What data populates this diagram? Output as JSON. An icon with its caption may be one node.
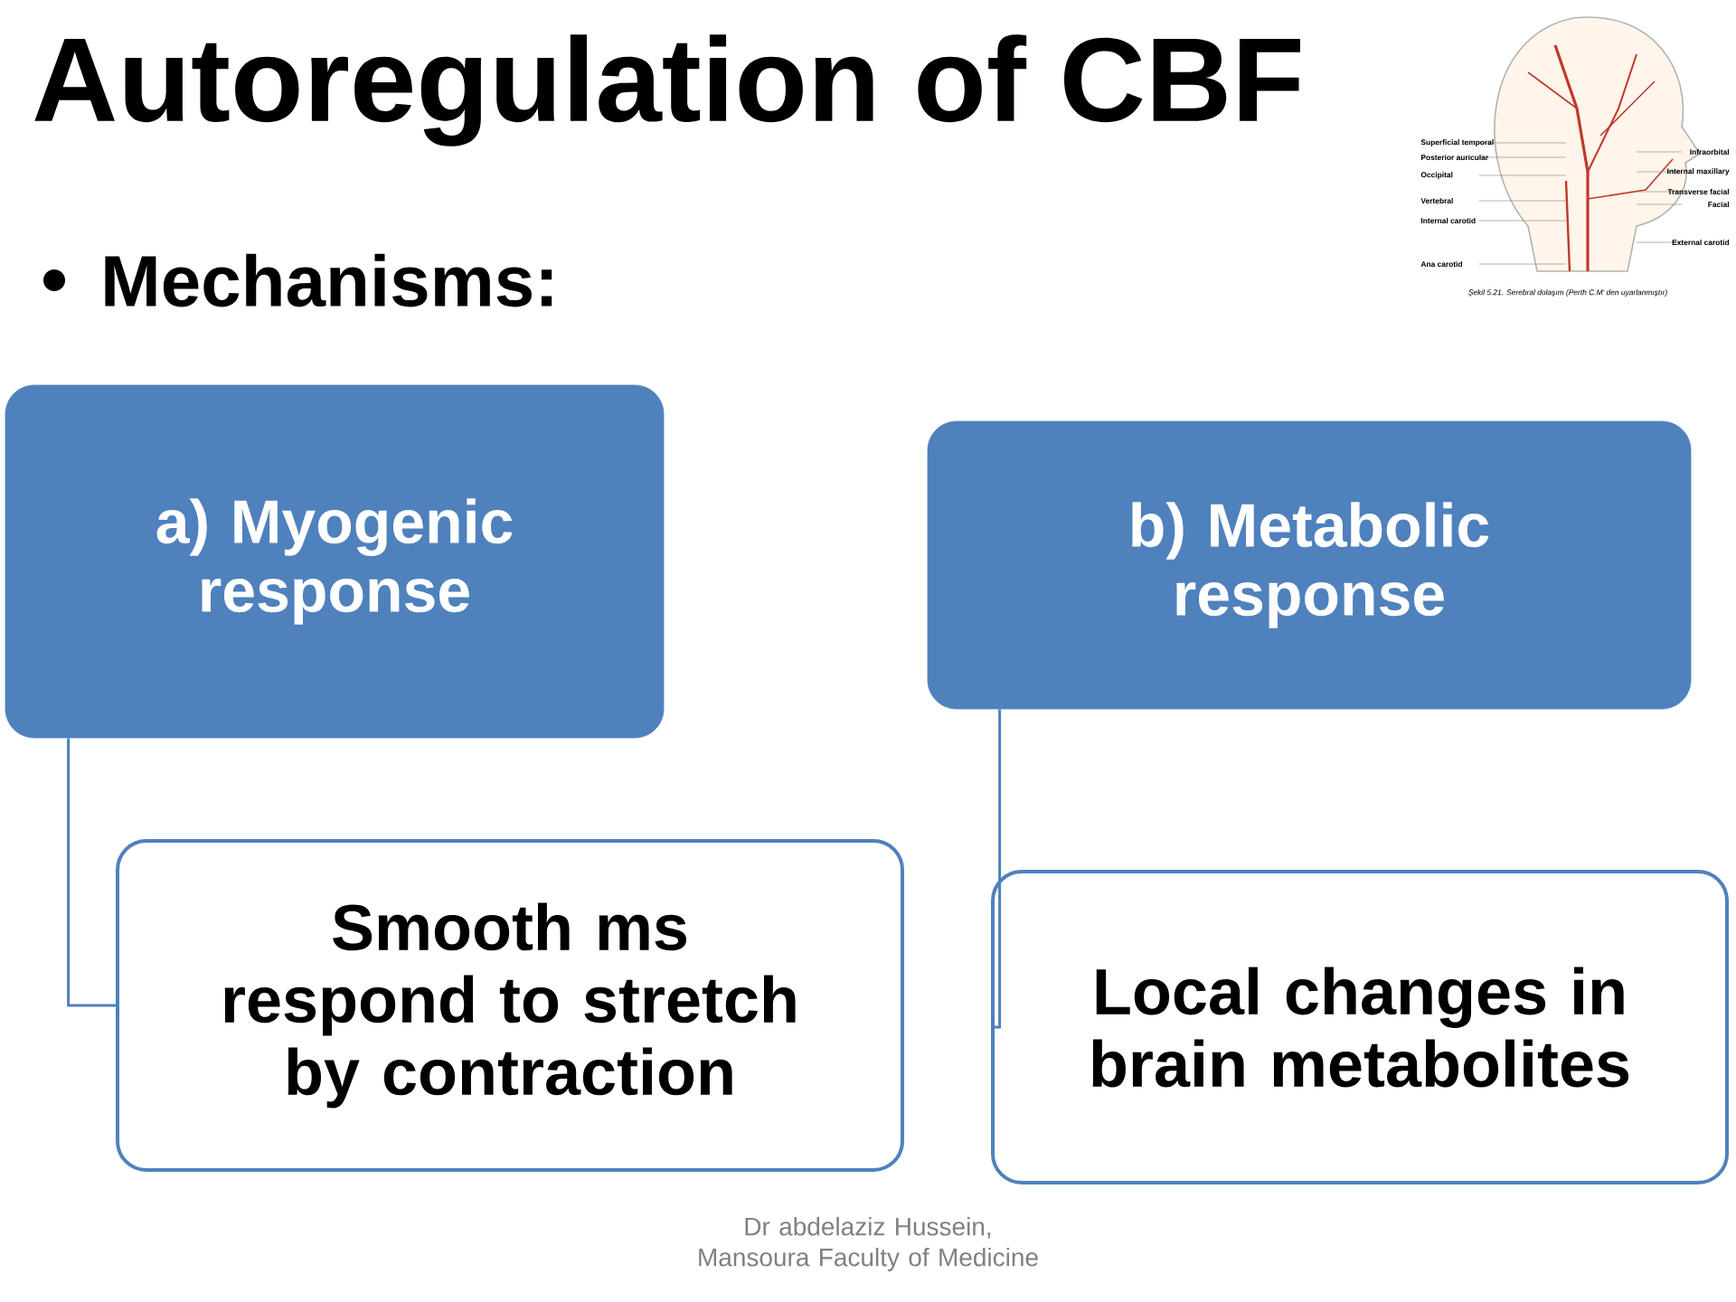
{
  "diagram": {
    "title": "Autoregulation of CBF",
    "nodes": [
      {
        "text": [
          "a) Myogenic response"
        ]
      },
      {
        "text": [
          "Smooth ms respond to stretch by contraction"
        ]
      },
      {
        "text": [
          "b) Metabolic response"
        ]
      },
      {
        "text": [
          "Local changes in brain metabolites"
        ]
      }
    ],
    "edges": [
      {
        "from": 0,
        "to": 1,
        "arrow": "none"
      },
      {
        "from": 2,
        "to": 3,
        "arrow": "none"
      }
    ],
    "labels": [
      "Mechanisms:",
      "Superficial temporal",
      "Posterior auricular",
      "Occipital",
      "Vertebral",
      "Internal carotid",
      "Ana carotid",
      "Infraorbital",
      "Internal maxillary",
      "Transverse facial",
      "Facial",
      "External carotid",
      "Şekil 5.21. Serebral dolaşım (Perth C.M' den uyarlanmıştır)",
      "Dr abdelaziz Hussein, Mansoura Faculty of Medicine"
    ]
  }
}
